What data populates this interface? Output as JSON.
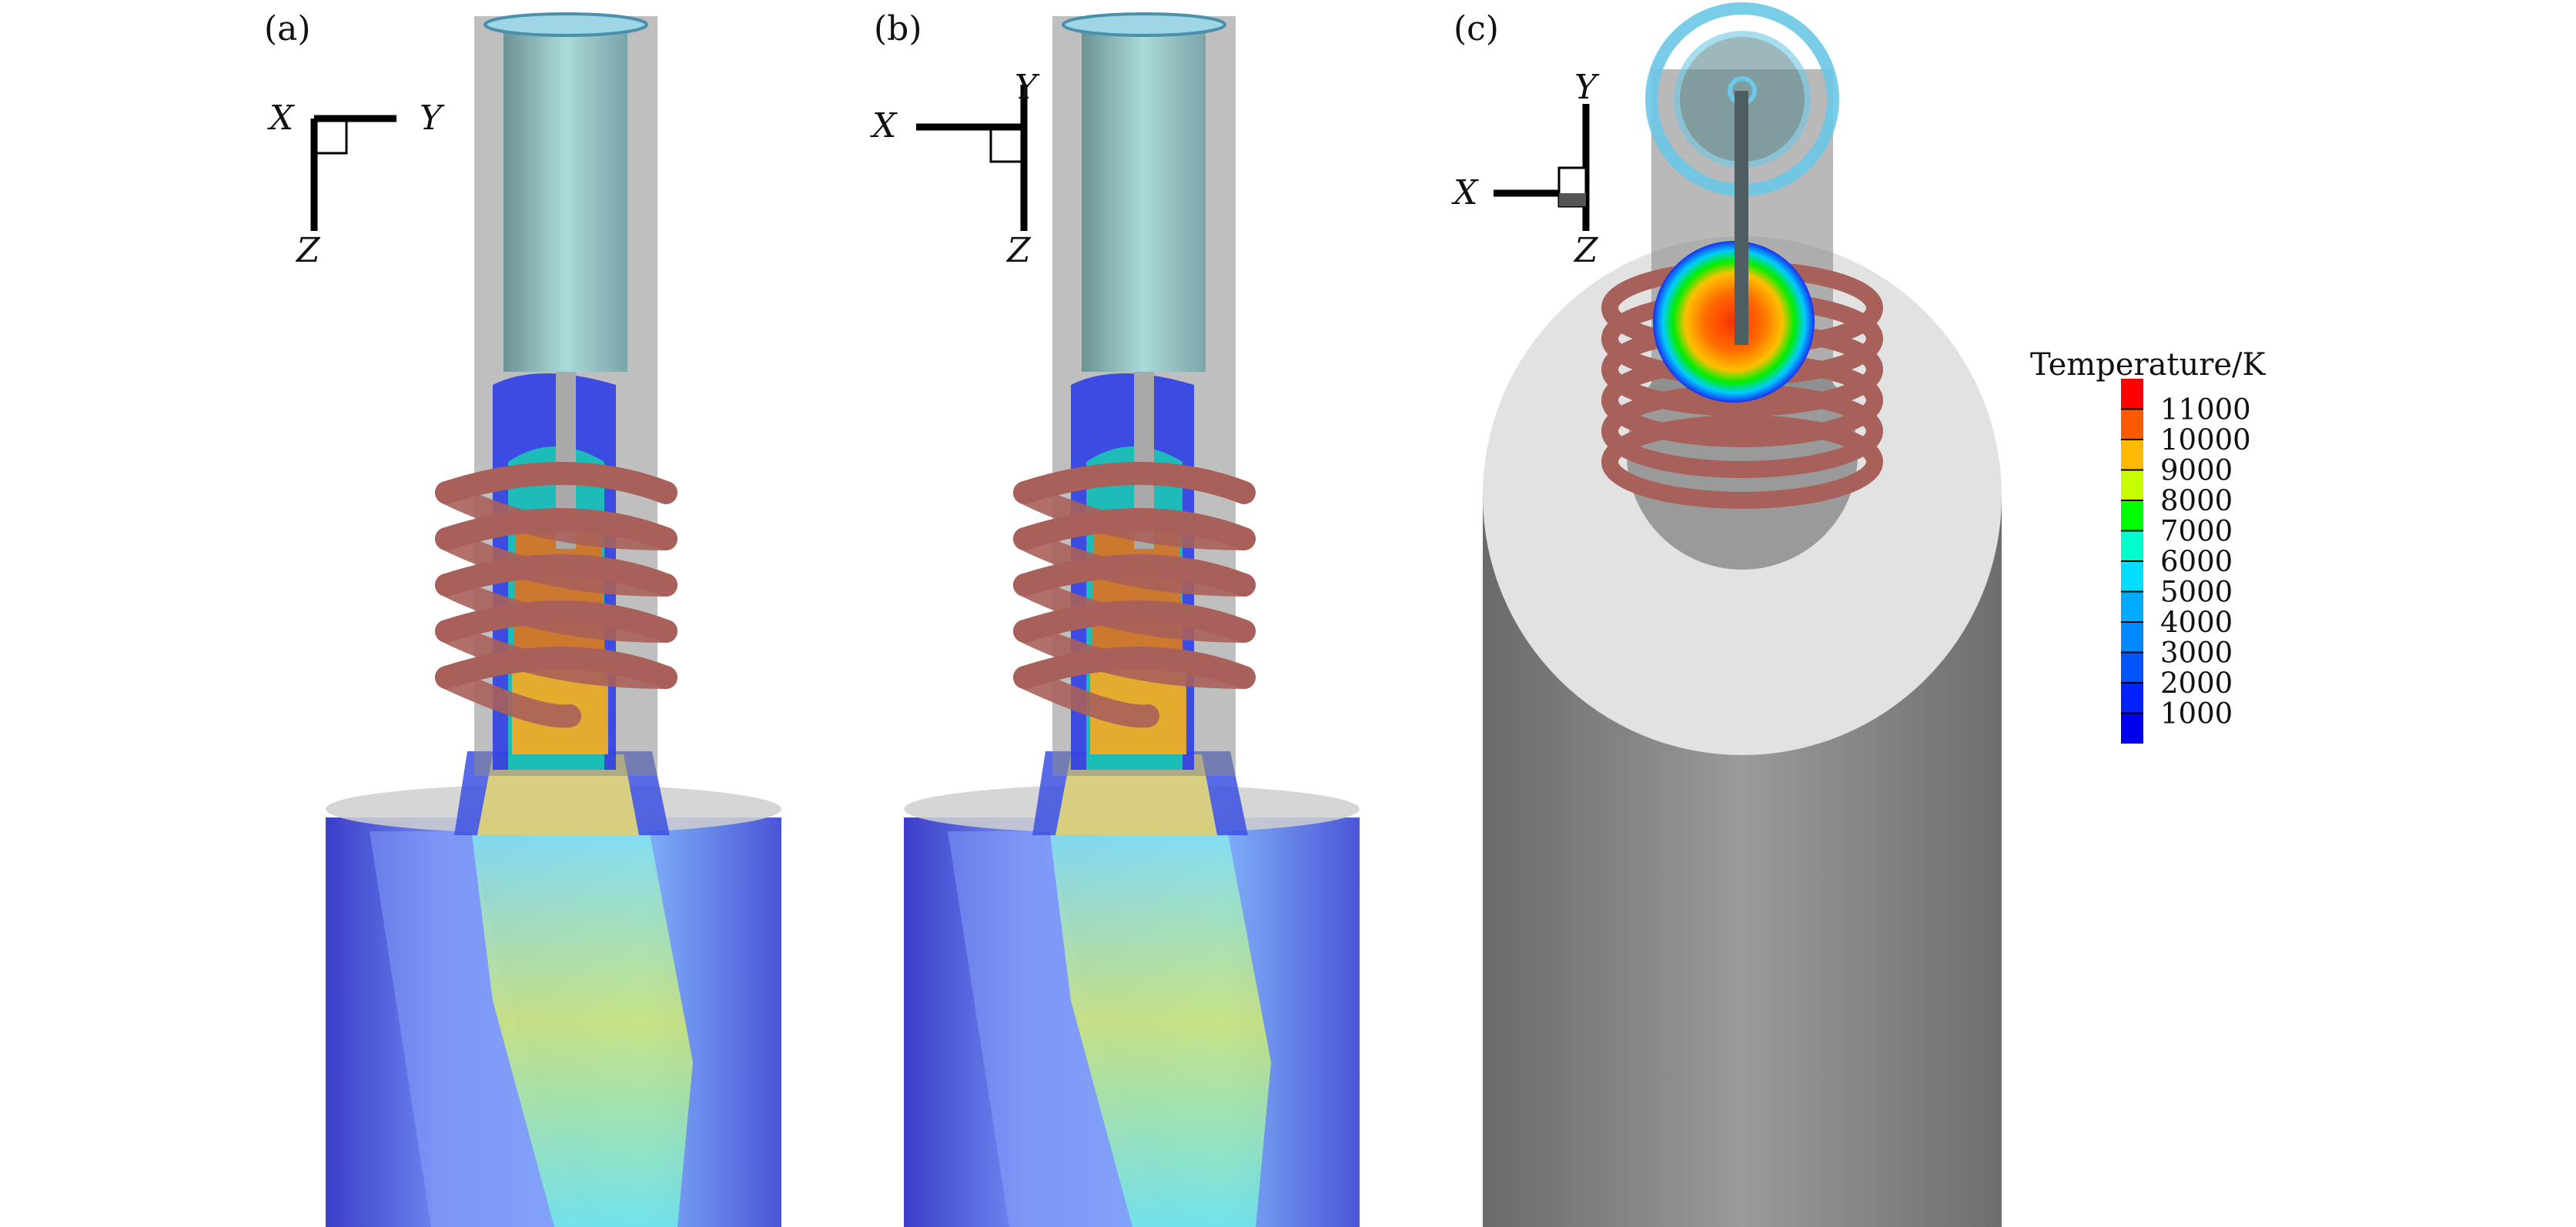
{
  "panels": [
    {
      "label": "(a)",
      "axes": {
        "x": "X",
        "y": "Y",
        "z": "Z"
      }
    },
    {
      "label": "(b)",
      "axes": {
        "x": "X",
        "y": "Y",
        "z": "Z"
      }
    },
    {
      "label": "(c)",
      "axes": {
        "x": "X",
        "y": "Y",
        "z": "Z"
      }
    }
  ],
  "legend": {
    "title": "Temperature/K",
    "levels": [
      "11000",
      "10000",
      "9000",
      "8000",
      "7000",
      "6000",
      "5000",
      "4000",
      "3000",
      "2000",
      "1000"
    ],
    "colors": [
      "#ff0000",
      "#ff5a00",
      "#ffbb00",
      "#c8ff00",
      "#00ff00",
      "#00ffcc",
      "#00ddff",
      "#00aaff",
      "#0088ff",
      "#0055ff",
      "#0022ff",
      "#0000ee"
    ]
  }
}
